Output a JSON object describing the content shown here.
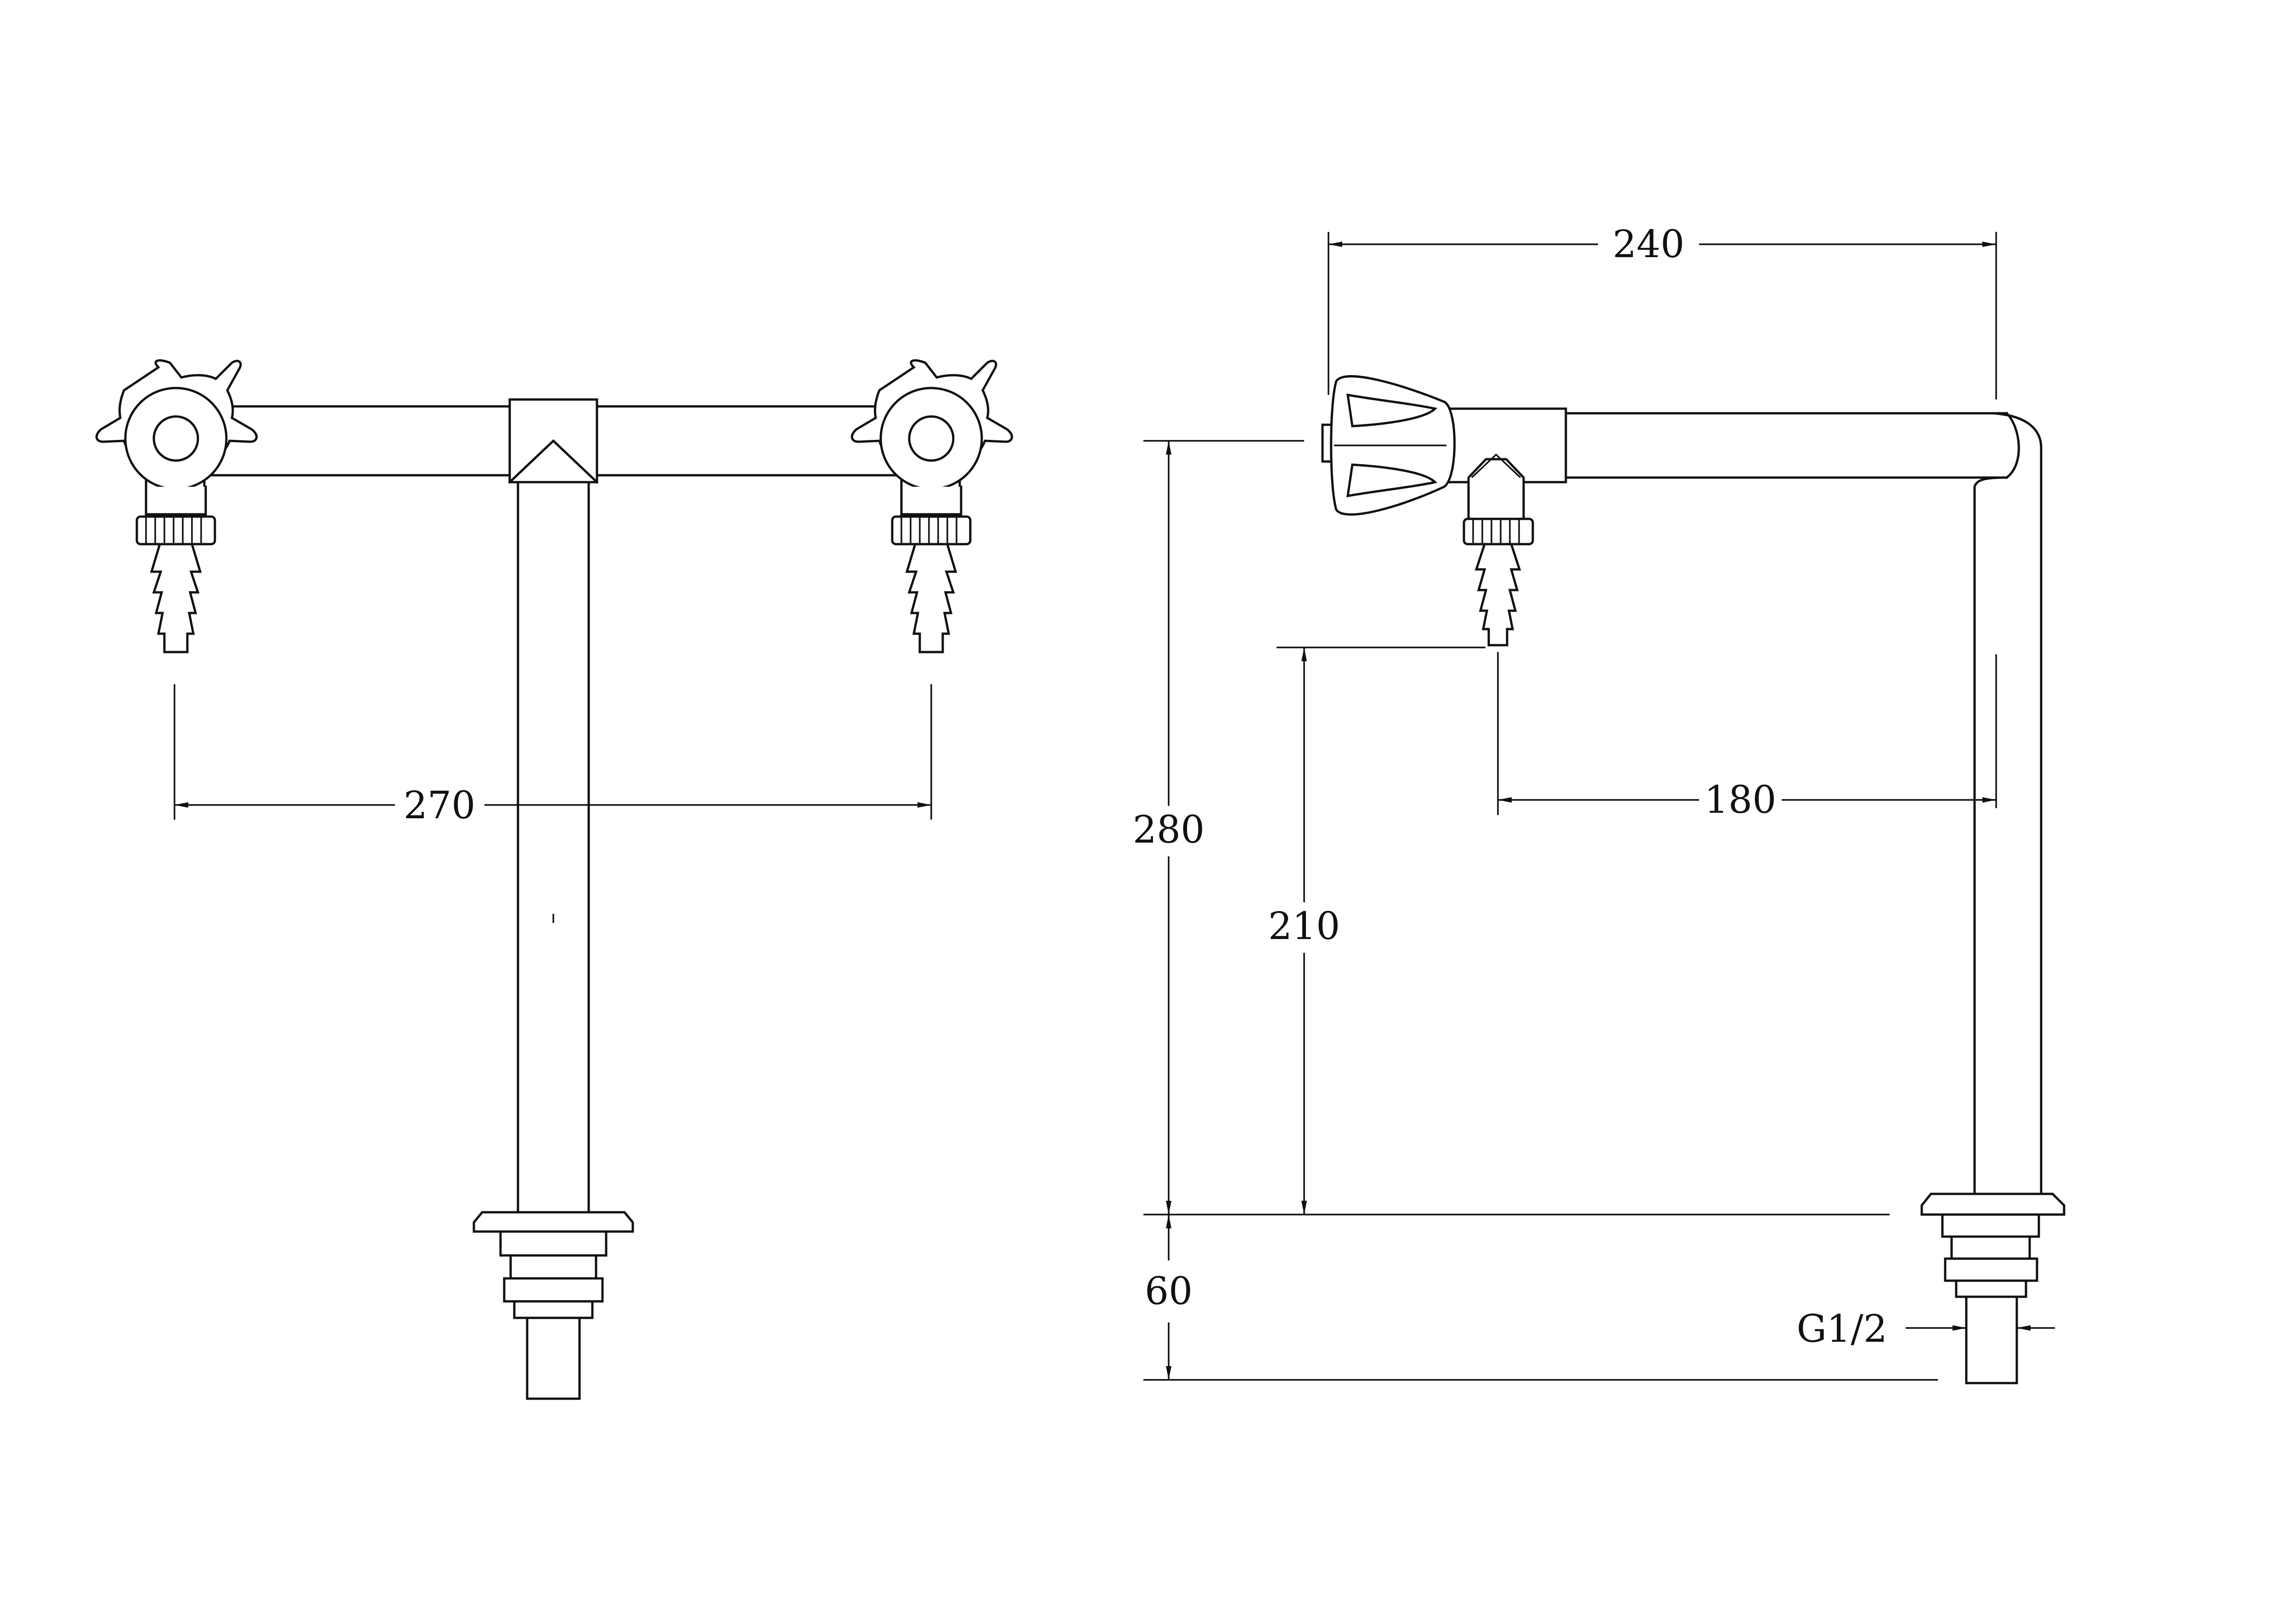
{
  "dimensions": {
    "left_view_spacing": "270",
    "right_view_reach": "240",
    "right_view_total_height": "280",
    "right_view_outlet_height": "210",
    "right_view_outlet_reach": "180",
    "right_view_below_deck": "60",
    "thread_size": "G1/2"
  },
  "colors": {
    "line": "#111111",
    "background": "#ffffff"
  }
}
